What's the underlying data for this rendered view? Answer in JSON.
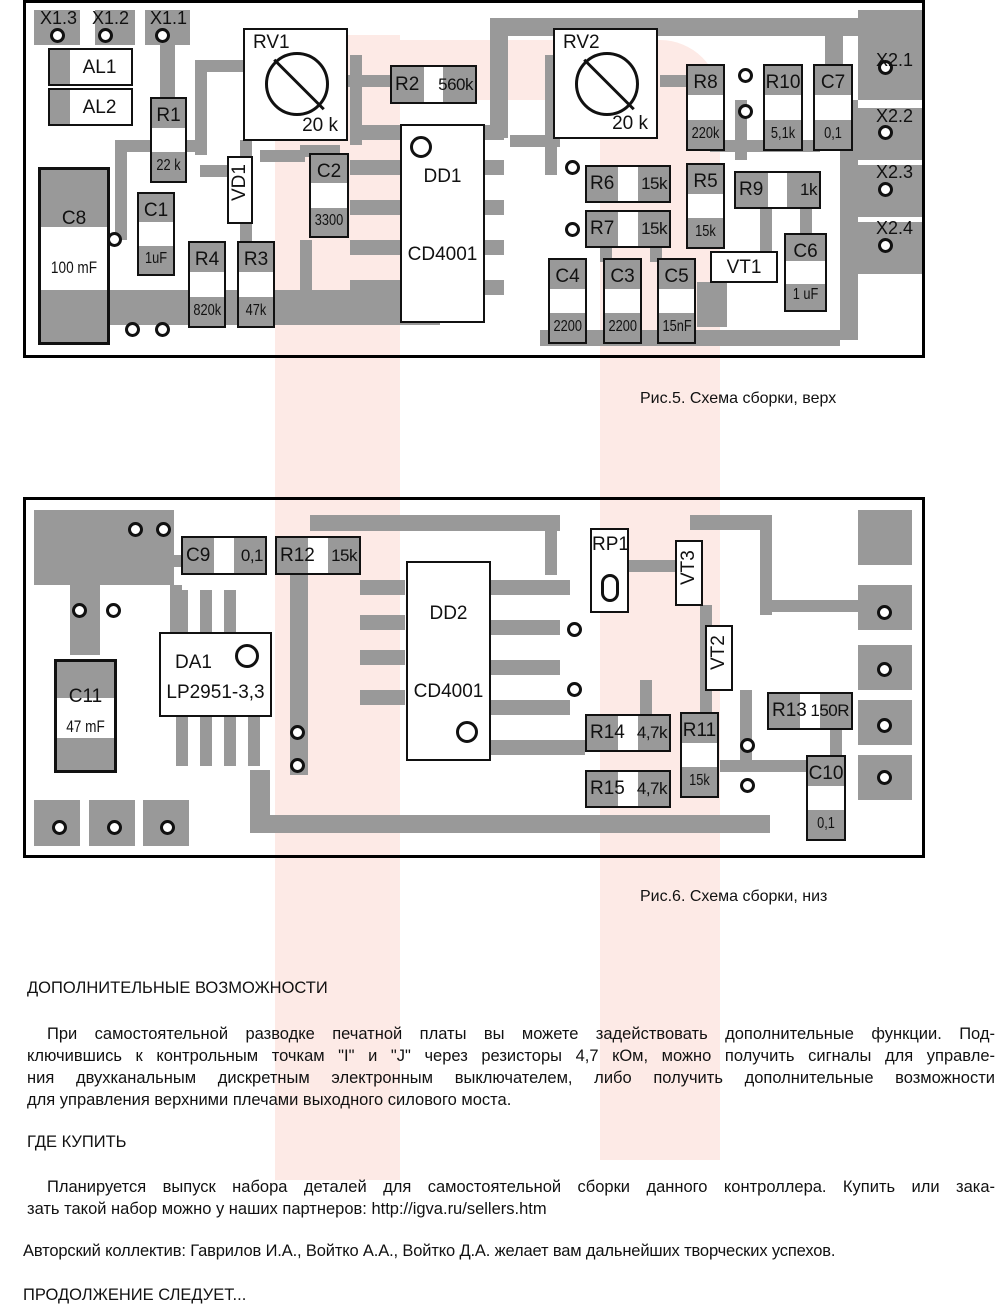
{
  "top_board": {
    "connectors": {
      "x1_3": "X1.3",
      "x1_2": "X1.2",
      "x1_1": "X1.1",
      "x2_1": "X2.1",
      "x2_2": "X2.2",
      "x2_3": "X2.3",
      "x2_4": "X2.4"
    },
    "components": {
      "AL1": {
        "ref": "AL1"
      },
      "AL2": {
        "ref": "AL2"
      },
      "R1": {
        "ref": "R1",
        "value": "22 k"
      },
      "C8": {
        "ref": "C8",
        "value": "100 mF"
      },
      "C1": {
        "ref": "C1",
        "value": "1uF"
      },
      "VD1": {
        "ref": "VD1"
      },
      "R4": {
        "ref": "R4",
        "value": "820k"
      },
      "R3": {
        "ref": "R3",
        "value": "47k"
      },
      "RV1": {
        "ref": "RV1",
        "value": "20 k"
      },
      "R2": {
        "ref": "R2",
        "value": "560k"
      },
      "C2": {
        "ref": "C2",
        "value": "3300"
      },
      "DD1": {
        "ref": "DD1",
        "value": "CD4001"
      },
      "RV2": {
        "ref": "RV2",
        "value": "20 k"
      },
      "R8": {
        "ref": "R8",
        "value": "220k"
      },
      "R10": {
        "ref": "R10",
        "value": "5,1k"
      },
      "C7": {
        "ref": "C7",
        "value": "0,1"
      },
      "R6": {
        "ref": "R6",
        "value": "15k"
      },
      "R7": {
        "ref": "R7",
        "value": "15k"
      },
      "R5": {
        "ref": "R5",
        "value": "15k"
      },
      "R9": {
        "ref": "R9",
        "value": "1k"
      },
      "VT1": {
        "ref": "VT1"
      },
      "C6": {
        "ref": "C6",
        "value": "1 uF"
      },
      "C4": {
        "ref": "C4",
        "value": "2200"
      },
      "C3": {
        "ref": "C3",
        "value": "2200"
      },
      "C5": {
        "ref": "C5",
        "value": "15nF"
      }
    },
    "caption": "Рис.5. Схема сборки, верх"
  },
  "bottom_board": {
    "components": {
      "C9": {
        "ref": "C9",
        "value": "0,1"
      },
      "R12": {
        "ref": "R12",
        "value": "15k"
      },
      "DA1": {
        "ref": "DA1",
        "value": "LP2951-3,3"
      },
      "C11": {
        "ref": "C11",
        "value": "47  mF"
      },
      "DD2": {
        "ref": "DD2",
        "value": "CD4001"
      },
      "RP1": {
        "ref": "RP1"
      },
      "VT3": {
        "ref": "VT3"
      },
      "VT2": {
        "ref": "VT2"
      },
      "R14": {
        "ref": "R14",
        "value": "4,7k"
      },
      "R15": {
        "ref": "R15",
        "value": "4,7k"
      },
      "R11": {
        "ref": "R11",
        "value": "15k"
      },
      "R13": {
        "ref": "R13",
        "value": "150R"
      },
      "C10": {
        "ref": "C10",
        "value": "0,1"
      }
    },
    "caption": "Рис.6. Схема сборки, низ"
  },
  "article": {
    "heading1": "ДОПОЛНИТЕЛЬНЫЕ ВОЗМОЖНОСТИ",
    "para1": [
      "При самостоятельной разводке печатной платы вы можете задействовать дополнительные функции. Под-",
      "ключившись к контрольным точкам \"I\" и \"J\" через резисторы 4,7 кОм, можно получить сигналы для управле-",
      "ния двухканальным дискретным электронным выключателем, либо получить дополнительные возможности",
      "для управления верхними плечами выходного силового моста."
    ],
    "heading2": "ГДЕ КУПИТЬ",
    "para2": [
      "Планируется выпуск набора деталей для самостоятельной сборки данного контроллера. Купить или зака-",
      "зать такой набор можно у наших партнеров: http://igva.ru/sellers.htm"
    ],
    "para3": "Авторский коллектив: Гаврилов И.А., Войтко А.А., Войтко Д.А. желает вам дальнейших творческих успехов.",
    "footer": "ПРОДОЛЖЕНИЕ СЛЕДУЕТ..."
  }
}
